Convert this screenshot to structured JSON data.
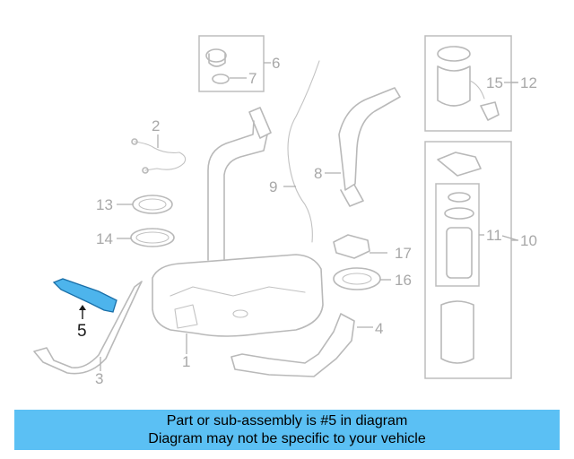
{
  "diagram": {
    "callouts": {
      "c1": "1",
      "c2": "2",
      "c3": "3",
      "c4": "4",
      "c5": "5",
      "c6": "6",
      "c7": "7",
      "c8": "8",
      "c9": "9",
      "c10": "10",
      "c11": "11",
      "c12": "12",
      "c13": "13",
      "c14": "14",
      "c15": "15",
      "c16": "16",
      "c17": "17"
    },
    "highlight_part": "5",
    "highlight_color": "#4db4ec",
    "line_color": "#b9b9b9"
  },
  "banner": {
    "line1": "Part or sub-assembly is #5 in diagram",
    "line2": "Diagram may not be specific to your vehicle",
    "background": "#5bc0f4"
  }
}
